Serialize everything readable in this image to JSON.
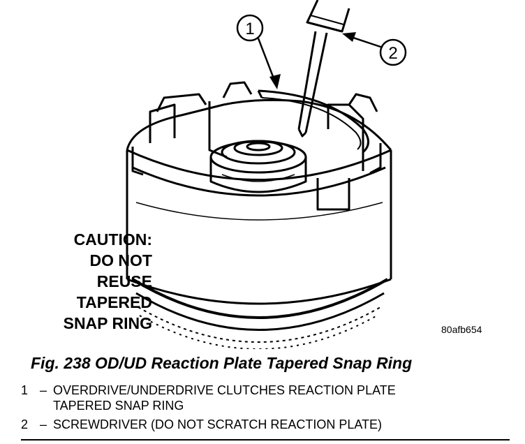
{
  "callouts": [
    {
      "number": "1"
    },
    {
      "number": "2"
    }
  ],
  "caution": [
    "CAUTION:",
    "DO NOT",
    "REUSE",
    "TAPERED",
    "SNAP RING"
  ],
  "figure_code": "80afb654",
  "caption": "Fig. 238 OD/UD Reaction Plate Tapered Snap Ring",
  "legend": [
    {
      "number": "1",
      "dash": "–",
      "lines": [
        "OVERDRIVE/UNDERDRIVE CLUTCHES REACTION PLATE",
        "TAPERED SNAP RING"
      ]
    },
    {
      "number": "2",
      "dash": "–",
      "lines": [
        "SCREWDRIVER (DO NOT SCRATCH REACTION PLATE)"
      ]
    }
  ]
}
